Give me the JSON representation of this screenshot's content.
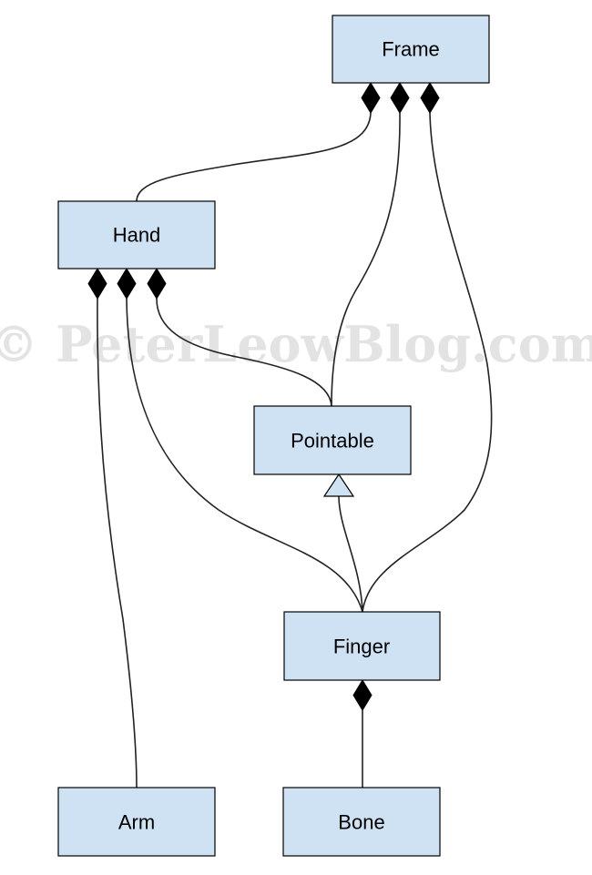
{
  "diagram": {
    "watermark": "© PeterLeowBlog.com",
    "colors": {
      "node_fill": "#cfe2f3",
      "node_stroke": "#000000",
      "edge": "#222222",
      "watermark": "#cccccc"
    },
    "nodes": [
      {
        "id": "frame",
        "label": "Frame"
      },
      {
        "id": "hand",
        "label": "Hand"
      },
      {
        "id": "pointable",
        "label": "Pointable"
      },
      {
        "id": "finger",
        "label": "Finger"
      },
      {
        "id": "arm",
        "label": "Arm"
      },
      {
        "id": "bone",
        "label": "Bone"
      }
    ],
    "relations": [
      {
        "from": "frame",
        "to": "hand",
        "type": "composition"
      },
      {
        "from": "frame",
        "to": "pointable",
        "type": "composition"
      },
      {
        "from": "frame",
        "to": "finger",
        "type": "composition"
      },
      {
        "from": "hand",
        "to": "arm",
        "type": "composition"
      },
      {
        "from": "hand",
        "to": "finger",
        "type": "composition"
      },
      {
        "from": "hand",
        "to": "pointable",
        "type": "composition"
      },
      {
        "from": "finger",
        "to": "pointable",
        "type": "generalization"
      },
      {
        "from": "finger",
        "to": "bone",
        "type": "composition"
      }
    ]
  }
}
